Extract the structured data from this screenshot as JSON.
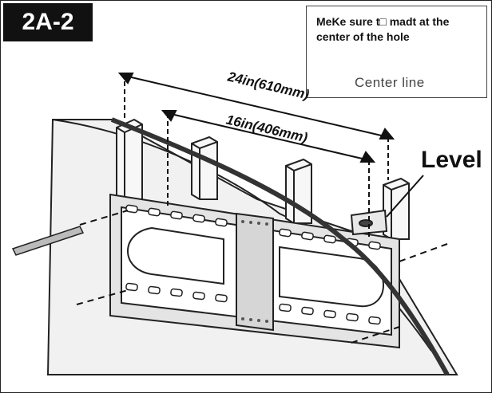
{
  "step_label": "2A-2",
  "inset": {
    "note": "MeKe sure t□ madt at the center of the hole",
    "caption": "Center line"
  },
  "dimensions": {
    "outer": "24in(610mm)",
    "inner": "16in(406mm)"
  },
  "level_label": "Level"
}
